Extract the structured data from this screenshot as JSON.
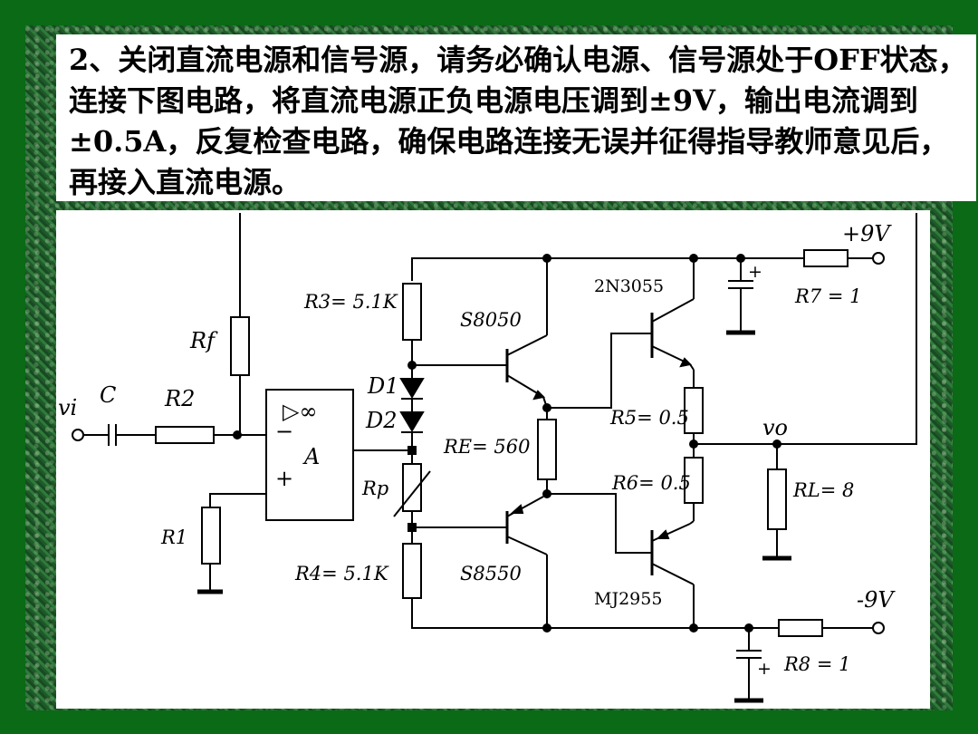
{
  "instruction": "2、关闭直流电源和信号源，请务必确认电源、信号源处于OFF状态，连接下图电路，将直流电源正负电源电压调到±9V，输出电流调到±0.5A，反复检查电路，确保电路连接无误并征得指导教师意见后，再接入直流电源。",
  "labels": {
    "vi": "vi",
    "c": "C",
    "r2": "R2",
    "rf": "Rf",
    "r1": "R1",
    "opamp_sym": "▷∞",
    "opamp_minus": "−",
    "opamp_plus": "+",
    "opamp_a": "A",
    "r3": "R3= 5.1K",
    "r4": "R4= 5.1K",
    "d1": "D1",
    "d2": "D2",
    "rp": "Rp",
    "re": "RE= 560",
    "q1": "S8050",
    "q2": "S8550",
    "q3": "2N3055",
    "q4": "MJ2955",
    "r5": "R5= 0.5",
    "r6": "R6= 0.5",
    "vo": "vo",
    "rl": "RL= 8",
    "r7": "R7 = 1",
    "r8": "R8 = 1",
    "vpos": "+9V",
    "vneg": "-9V",
    "cap_plus_top": "+",
    "cap_plus_bot": "+"
  }
}
